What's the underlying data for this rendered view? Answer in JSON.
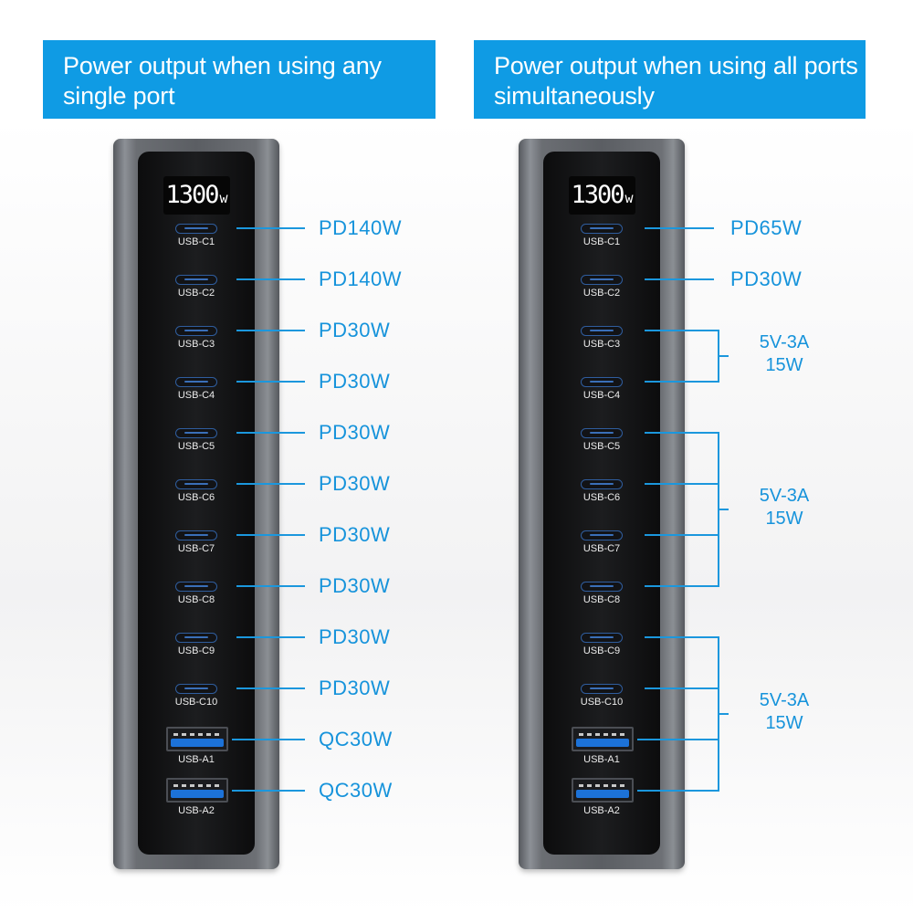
{
  "banners": {
    "left": "Power output when using any single port",
    "right": "Power output when using all ports simultaneously"
  },
  "display": {
    "value": "1300",
    "unit": "w"
  },
  "ports": [
    "USB-C1",
    "USB-C2",
    "USB-C3",
    "USB-C4",
    "USB-C5",
    "USB-C6",
    "USB-C7",
    "USB-C8",
    "USB-C9",
    "USB-C10",
    "USB-A1",
    "USB-A2"
  ],
  "single_port_output": [
    "PD140W",
    "PD140W",
    "PD30W",
    "PD30W",
    "PD30W",
    "PD30W",
    "PD30W",
    "PD30W",
    "PD30W",
    "PD30W",
    "QC30W",
    "QC30W"
  ],
  "all_ports_output": {
    "individual": [
      "PD65W",
      "PD30W"
    ],
    "groups": [
      {
        "ports": [
          "USB-C3",
          "USB-C4"
        ],
        "line1": "5V-3A",
        "line2": "15W"
      },
      {
        "ports": [
          "USB-C5",
          "USB-C6",
          "USB-C7",
          "USB-C8"
        ],
        "line1": "5V-3A",
        "line2": "15W"
      },
      {
        "ports": [
          "USB-C9",
          "USB-C10",
          "USB-A1",
          "USB-A2"
        ],
        "line1": "5V-3A",
        "line2": "15W"
      }
    ]
  },
  "colors": {
    "banner": "#0f9be4",
    "accent": "#1693db",
    "port_blue": "#1c72d8"
  }
}
